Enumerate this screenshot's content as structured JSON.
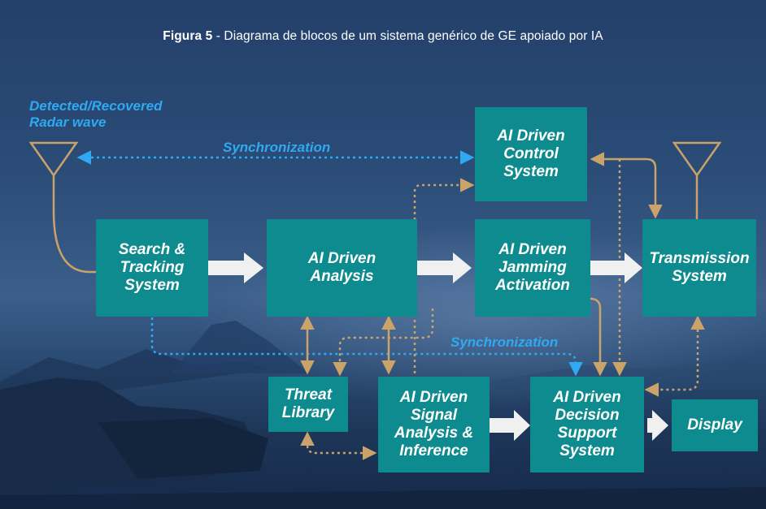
{
  "caption": {
    "prefix": "Figura 5",
    "text": " - Diagrama de blocos de um sistema genérico de GE apoiado por IA"
  },
  "labels": {
    "detected_radar": "Detected/Recovered\nRadar wave",
    "sync_top": "Synchronization",
    "sync_bottom": "Synchronization"
  },
  "blocks": {
    "search_tracking": "Search &\nTracking\nSystem",
    "ai_analysis": "AI Driven\nAnalysis",
    "ai_control": "AI Driven\nControl\nSystem",
    "ai_jamming": "AI Driven\nJamming\nActivation",
    "transmission": "Transmission\nSystem",
    "threat_library": "Threat\nLibrary",
    "signal_analysis": "AI Driven\nSignal\nAnalysis &\nInference",
    "decision_support": "AI Driven\nDecision\nSupport\nSystem",
    "display": "Display"
  },
  "colors": {
    "block": "#0e8b8e",
    "wire": "#c9a36a",
    "sync": "#2ea9f2",
    "arrow": "#f2f2f2"
  },
  "icons": [
    "antenna-receive-icon",
    "antenna-transmit-icon"
  ]
}
